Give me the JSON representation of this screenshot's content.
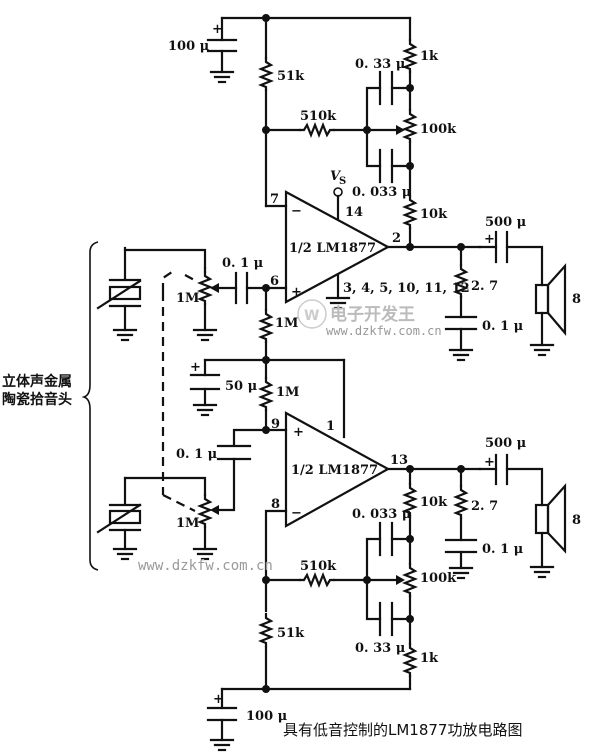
{
  "caption": "具有低音控制的LM1877功放电路图",
  "source_label": [
    "立体声金属",
    "陶瓷拾音头"
  ],
  "watermark": {
    "url": "www.dzkfw.com.cn",
    "brand": "电子开发王"
  },
  "supply_label": "V",
  "supply_sub": "S",
  "upper_channel": {
    "ic_label": "1/2 LM1877",
    "pins": {
      "inv": "7",
      "noninv": "6",
      "out": "2",
      "vs": "14",
      "gnd": "3, 4, 5, 10, 11, 12"
    },
    "supply_cap": "100 μ",
    "r_bias": "51k",
    "r_feedback": "510k",
    "r_top": "1k",
    "cap_bass_1": "0. 33 μ",
    "pot_bass": "100k",
    "cap_bass_2": "0. 033 μ",
    "r_fb_out": "10k",
    "r_input_bias": "1M",
    "input_cap": "0. 1 μ",
    "volume_pot": "1M",
    "output_cap": "500 μ",
    "zobel_r": "2. 7",
    "zobel_c": "0. 1 μ",
    "speaker": "8"
  },
  "shared": {
    "decouple_cap": "50 μ",
    "r_divider": "1M",
    "pin_1": "1"
  },
  "lower_channel": {
    "ic_label": "1/2 LM1877",
    "pins": {
      "noninv": "9",
      "inv": "8",
      "out": "13"
    },
    "input_cap": "0. 1 μ",
    "volume_pot": "1M",
    "r_fb_out": "10k",
    "cap_bass_2": "0. 033 μ",
    "pot_bass": "100k",
    "r_feedback": "510k",
    "cap_bass_1": "0. 33 μ",
    "r_bottom": "1k",
    "r_bias": "51k",
    "supply_cap": "100 μ",
    "output_cap": "500 μ",
    "zobel_r": "2. 7",
    "zobel_c": "0. 1 μ",
    "speaker": "8"
  }
}
